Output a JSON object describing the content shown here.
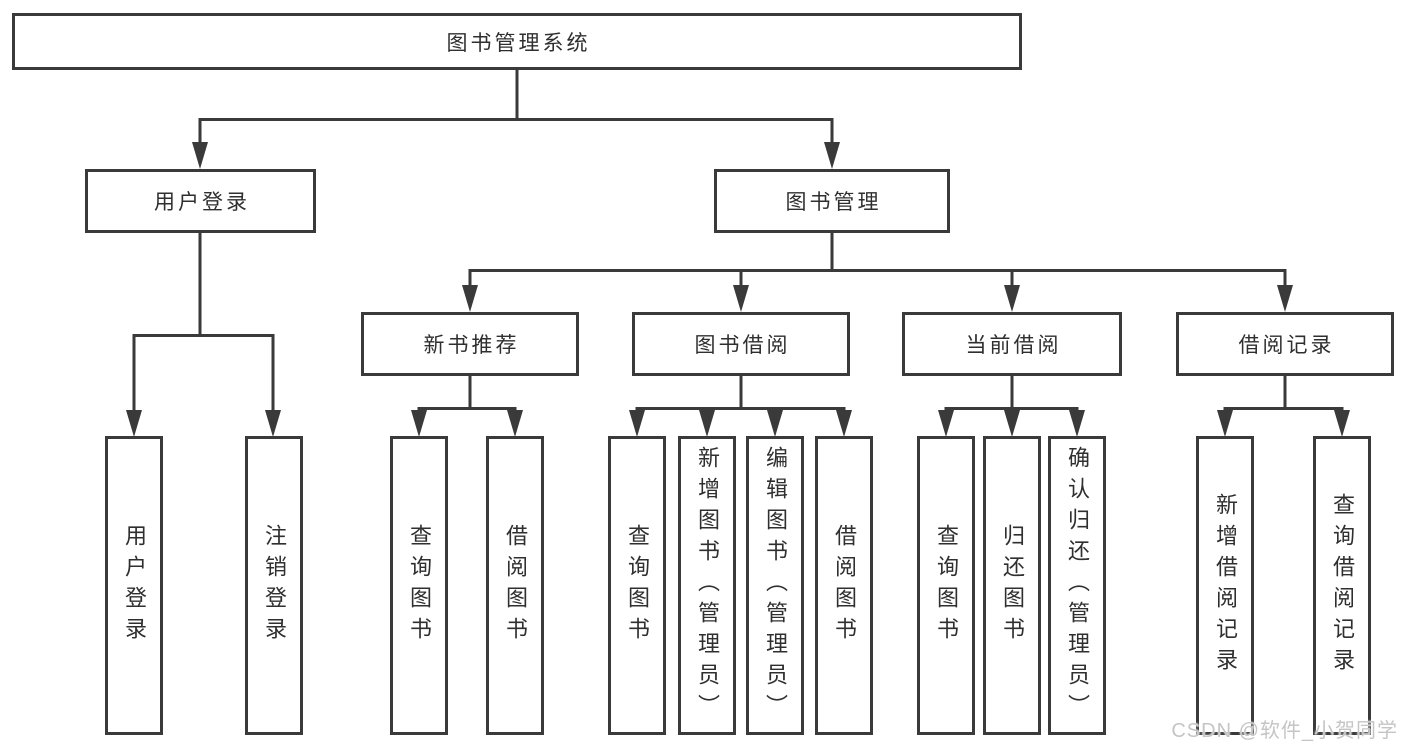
{
  "diagram_title": "图书管理系统",
  "watermark": "CSDN @软件_小贺同学",
  "colors": {
    "line": "#3a3a3a",
    "text": "#2f2f2f",
    "box_background": "#ffffff",
    "watermark": "#c5c5c5"
  },
  "tree": {
    "root": {
      "label": "图书管理系统"
    },
    "branches": [
      {
        "label": "用户登录",
        "leaves": [
          {
            "label": "用户登录"
          },
          {
            "label": "注销登录"
          }
        ]
      },
      {
        "label": "图书管理",
        "groups": [
          {
            "label": "新书推荐",
            "leaves": [
              {
                "label": "查询图书"
              },
              {
                "label": "借阅图书"
              }
            ]
          },
          {
            "label": "图书借阅",
            "leaves": [
              {
                "label": "查询图书"
              },
              {
                "label": "新增图书（管理员）"
              },
              {
                "label": "编辑图书（管理员）"
              },
              {
                "label": "借阅图书"
              }
            ]
          },
          {
            "label": "当前借阅",
            "leaves": [
              {
                "label": "查询图书"
              },
              {
                "label": "归还图书"
              },
              {
                "label": "确认归还（管理员）"
              }
            ]
          },
          {
            "label": "借阅记录",
            "leaves": [
              {
                "label": "新增借阅记录"
              },
              {
                "label": "查询借阅记录"
              }
            ]
          }
        ]
      }
    ]
  }
}
